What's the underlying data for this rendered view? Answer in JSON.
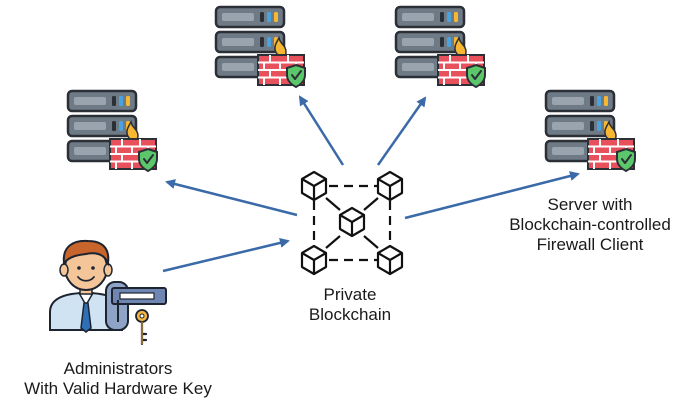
{
  "labels": {
    "blockchain": [
      "Private",
      "Blockchain"
    ],
    "server": [
      "Server with",
      "Blockchain-controlled",
      "Firewall Client"
    ],
    "admin": [
      "Administrators",
      "With Valid Hardware Key"
    ]
  },
  "colors": {
    "arrow": "#3b6aa8",
    "server_body": "#6f7a87",
    "server_dark": "#2b2f36",
    "server_light": "#9aa4ae",
    "brick": "#e8505b",
    "brick_mortar": "#ffffff",
    "flame": "#f7b733",
    "shield": "#5cc66a",
    "cube_stroke": "#111111",
    "admin_skin": "#f5c59a",
    "admin_hair": "#c7652d",
    "admin_shirt": "#cfe3f3",
    "admin_tie": "#2e6fb5",
    "key_device": "#8fa3c7",
    "key_gold": "#f4b63f"
  },
  "icons": {
    "server": "server-rack-icon",
    "firewall": "brick-firewall-icon",
    "blockchain": "blockchain-cubes-icon",
    "admin": "administrator-icon",
    "hardware_key": "hardware-key-icon"
  }
}
